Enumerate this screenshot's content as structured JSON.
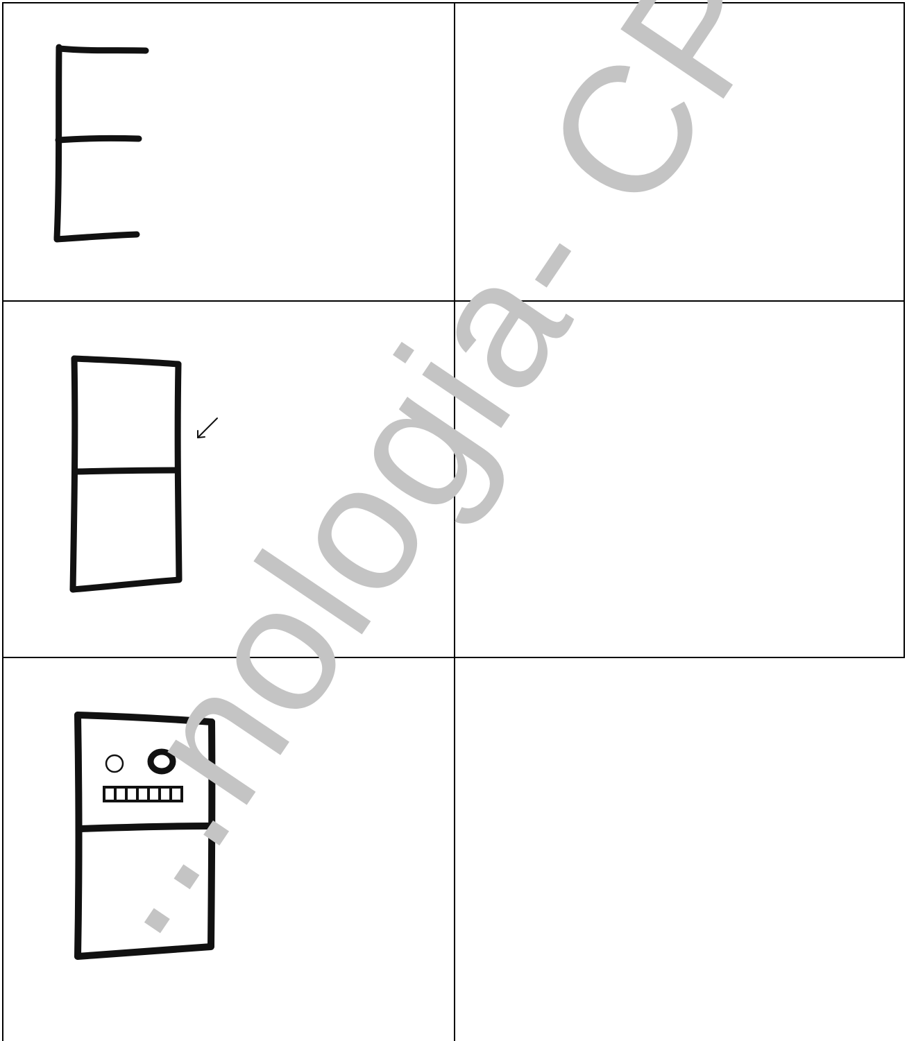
{
  "watermark": {
    "text": "...nologia- CPH",
    "color": "#c4c4c4"
  },
  "rows": [
    {
      "left": "letter-e-drawing",
      "right": ""
    },
    {
      "left": "two-box-drawing",
      "right": ""
    },
    {
      "left": "robot-face-drawing",
      "right": ""
    }
  ]
}
